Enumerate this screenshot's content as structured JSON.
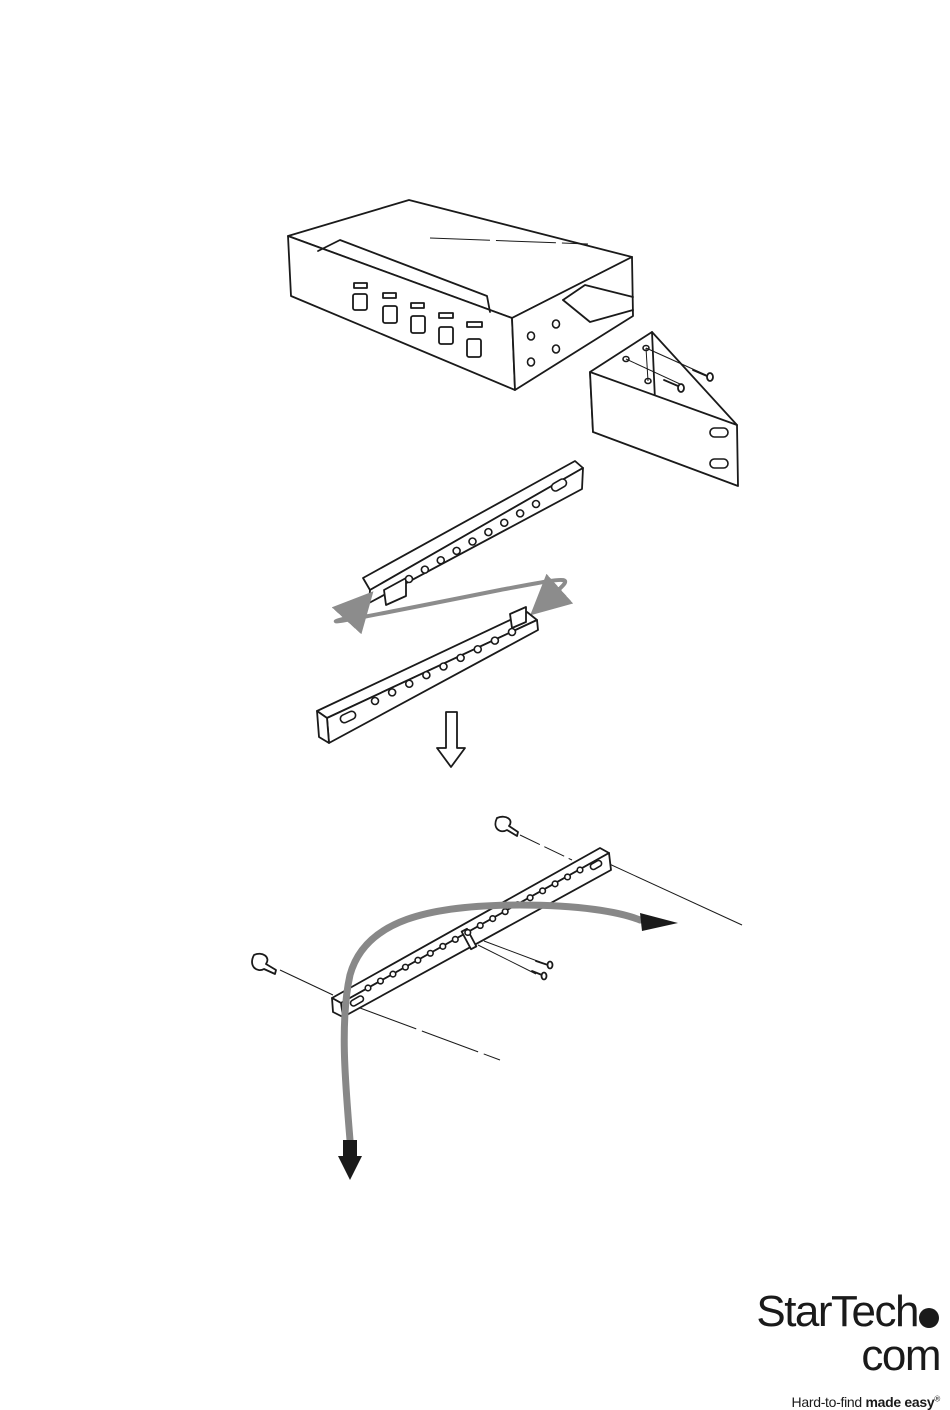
{
  "brand": {
    "name_part1": "StarTech",
    "name_part2": "com",
    "tagline_regular": "Hard-to-find ",
    "tagline_bold": "made easy",
    "tagline_mark": "®"
  },
  "colors": {
    "line": "#1a1a1a",
    "rotation_arrow": "#8c8c8c",
    "background": "#ffffff"
  },
  "icons": [
    "rotate-arrow-icon",
    "down-arrow-icon",
    "cable-arrow-icon"
  ]
}
